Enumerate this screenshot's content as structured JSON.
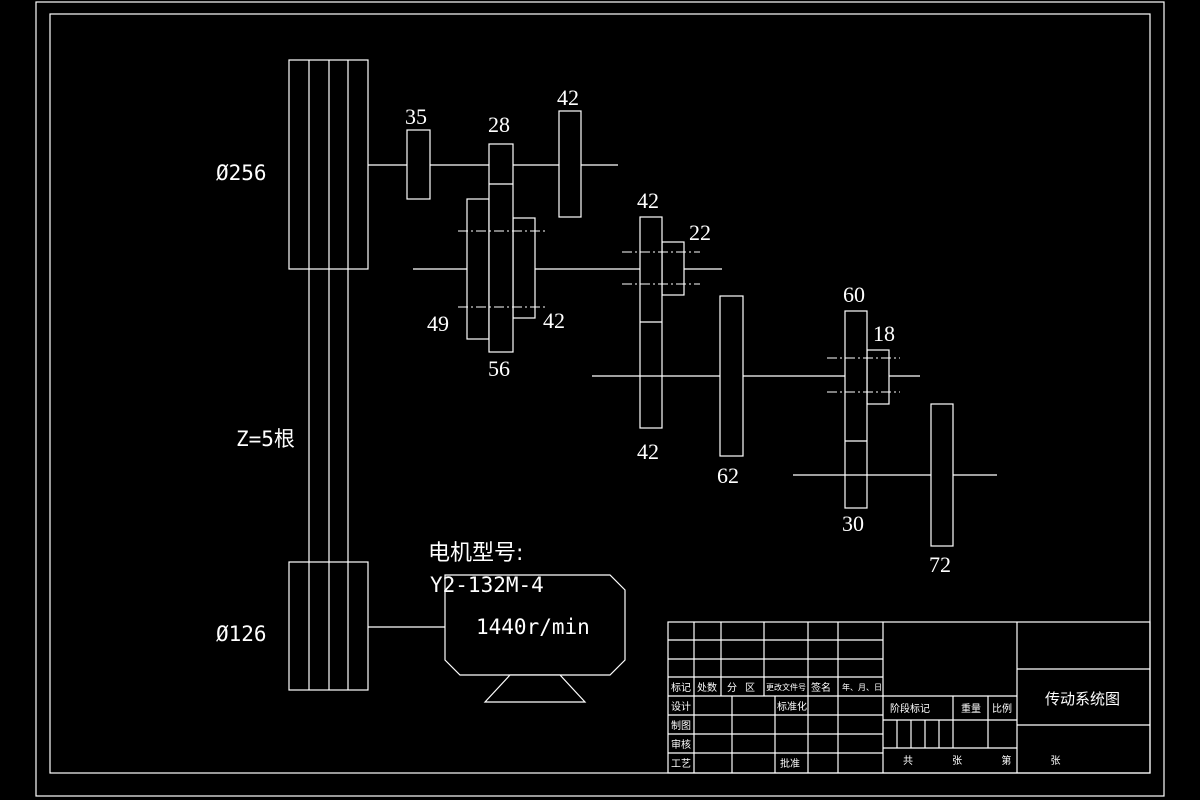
{
  "pulleys": {
    "upper_label": "Ø256",
    "lower_label": "Ø126",
    "belt_label": "Z=5根"
  },
  "gears": {
    "g35": "35",
    "g28": "28",
    "g42_top": "42",
    "g49": "49",
    "g56": "56",
    "g42_mid": "42",
    "g42_b": "42",
    "g22": "22",
    "g42_c": "42",
    "g62": "62",
    "g60": "60",
    "g18": "18",
    "g30": "30",
    "g72": "72"
  },
  "motor": {
    "model_heading": "电机型号:",
    "model_code": "Y2-132M-4",
    "speed": "1440r/min"
  },
  "title_block": {
    "drawing_title": "传动系统图",
    "row_headers": [
      "标记",
      "处数",
      "分",
      "区",
      "更改文件号",
      "签名",
      "年、月、日"
    ],
    "design": "设计",
    "standardization": "标准化",
    "drafting": "制图",
    "review": "审核",
    "process": "工艺",
    "approval": "批准",
    "stage_mark": "阶段标记",
    "weight": "重量",
    "scale": "比例",
    "sheets": "共 张 第 张"
  }
}
